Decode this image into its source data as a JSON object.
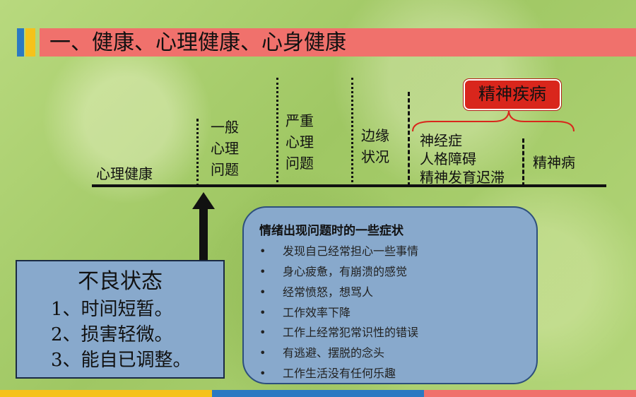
{
  "title": "一、健康、心理健康、心身健康",
  "colors": {
    "title_band": "#f0716c",
    "stripe_blue": "#2b79c2",
    "stripe_yellow": "#f5c21b",
    "disease_box": "#d9261c",
    "panel": "#88a9cc"
  },
  "spectrum": {
    "mental_health": "心理健康",
    "general_problem": [
      "一般",
      "心理",
      "问题"
    ],
    "serious_problem": [
      "严重",
      "心理",
      "问题"
    ],
    "borderline": [
      "边缘",
      "状况"
    ],
    "neurotic_group": [
      "神经症",
      "人格障碍",
      "精神发育迟滞"
    ],
    "psychosis": "精神病",
    "mental_illness_label": "精神疾病"
  },
  "bad_state": {
    "title": "不良状态",
    "items": [
      "1、时间短暂。",
      "2、损害轻微。",
      "3、能自已调整。"
    ]
  },
  "symptoms": {
    "heading": "情绪出现问题时的一些症状",
    "bullet": "•",
    "items": [
      "发现自己经常担心一些事情",
      "身心疲惫，有崩溃的感觉",
      "经常愤怒，想骂人",
      "工作效率下降",
      "工作上经常犯常识性的错误",
      "有逃避、摆脱的念头",
      "工作生活没有任何乐趣"
    ]
  }
}
